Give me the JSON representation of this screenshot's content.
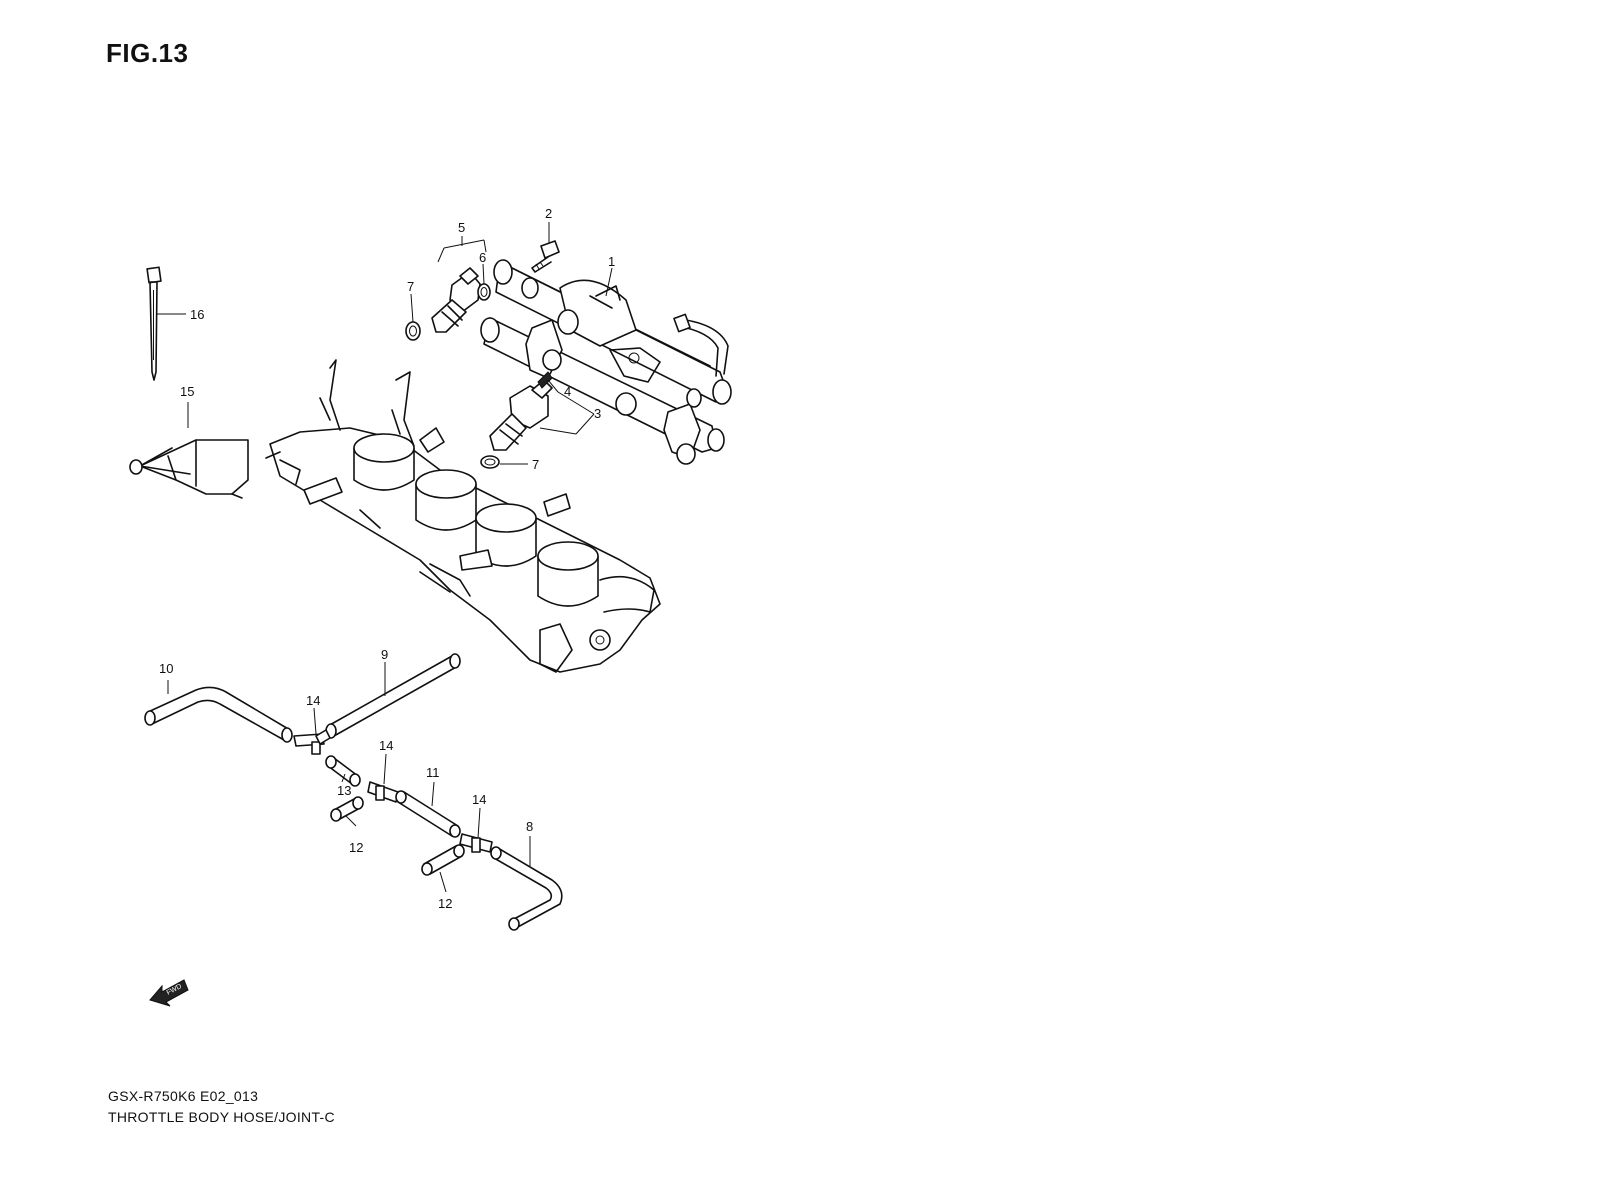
{
  "figure_title": "FIG.13",
  "footer": {
    "model_code": "GSX-R750K6 E02_013",
    "section_title": "THROTTLE BODY HOSE/JOINT-C"
  },
  "fwd_label": "FWD",
  "callouts": [
    {
      "id": "c1",
      "label": "1"
    },
    {
      "id": "c2",
      "label": "2"
    },
    {
      "id": "c3",
      "label": "3"
    },
    {
      "id": "c4",
      "label": "4"
    },
    {
      "id": "c5",
      "label": "5"
    },
    {
      "id": "c6",
      "label": "6"
    },
    {
      "id": "c7a",
      "label": "7"
    },
    {
      "id": "c7b",
      "label": "7"
    },
    {
      "id": "c8",
      "label": "8"
    },
    {
      "id": "c9",
      "label": "9"
    },
    {
      "id": "c10",
      "label": "10"
    },
    {
      "id": "c11",
      "label": "11"
    },
    {
      "id": "c12a",
      "label": "12"
    },
    {
      "id": "c12b",
      "label": "12"
    },
    {
      "id": "c13",
      "label": "13"
    },
    {
      "id": "c14a",
      "label": "14"
    },
    {
      "id": "c14b",
      "label": "14"
    },
    {
      "id": "c14c",
      "label": "14"
    },
    {
      "id": "c15",
      "label": "15"
    },
    {
      "id": "c16",
      "label": "16"
    }
  ]
}
